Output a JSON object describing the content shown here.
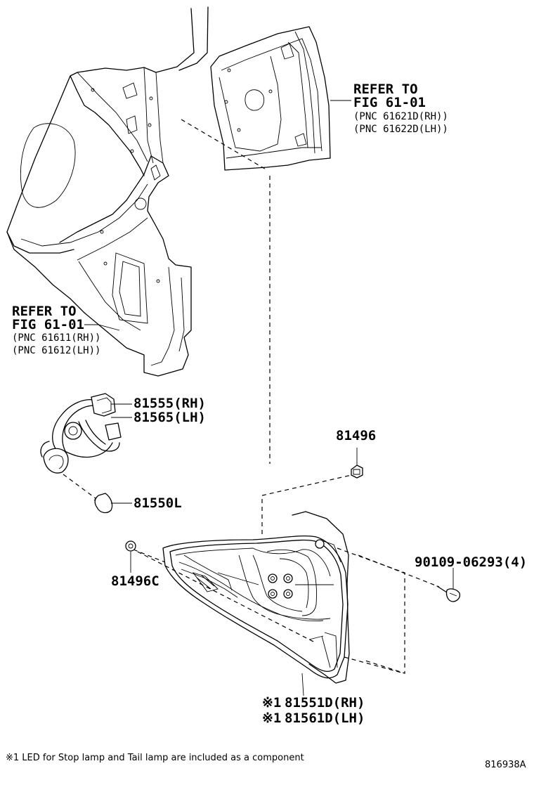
{
  "callouts": {
    "refer_top": {
      "line1": "REFER TO",
      "line2": "FIG 61-01",
      "line3": "(PNC 61621D(RH))",
      "line4": "(PNC 61622D(LH))"
    },
    "refer_left": {
      "line1": "REFER TO",
      "line2": "FIG 61-01",
      "line3": "(PNC 61611(RH))",
      "line4": "(PNC 61612(LH))"
    },
    "socket": {
      "line1": "81555(RH)",
      "line2": "81565(LH)"
    },
    "bulb": "81550L",
    "clip_top": "81496",
    "clip_left": "81496C",
    "screw": "90109-06293(4)",
    "lamp": {
      "mark": "※1",
      "line1": "81551D(RH)",
      "line2": "81561D(LH)"
    }
  },
  "footnote": "※1 LED for Stop lamp and Tail lamp are included as a component",
  "diagram_id": "816938A"
}
